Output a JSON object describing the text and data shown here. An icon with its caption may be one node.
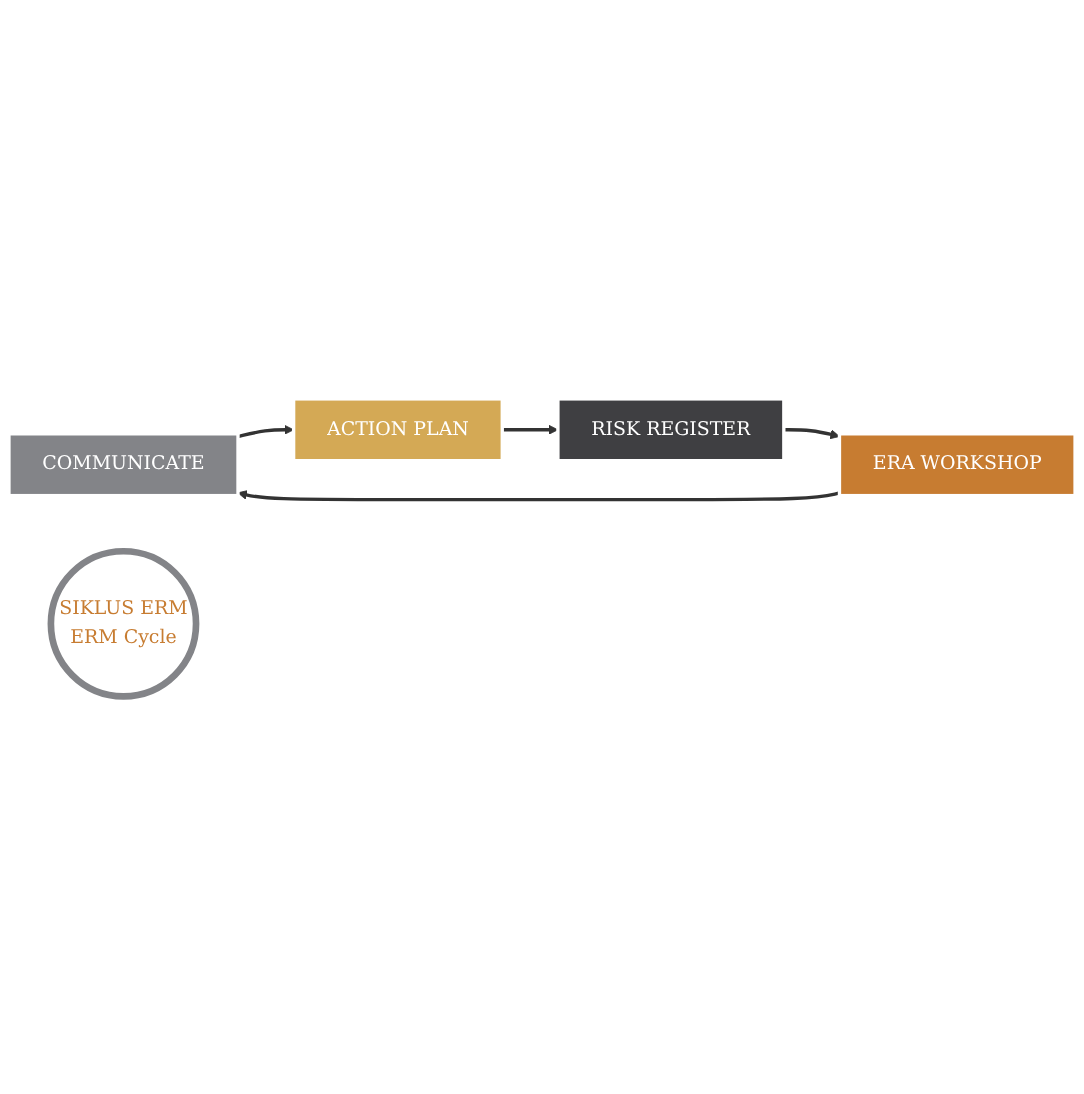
{
  "diagram": {
    "nodes": [
      {
        "text": [
          "COMMUNICATE"
        ]
      },
      {
        "text": [
          "ACTION PLAN"
        ]
      },
      {
        "text": [
          "SIKLUS ERM",
          "ERM Cycle"
        ]
      },
      {
        "text": [
          "ERA WORKSHOP"
        ]
      },
      {
        "text": [
          "RISK REGISTER"
        ]
      }
    ],
    "edges": [
      {
        "from": 0,
        "to": 1,
        "arrow": "to"
      },
      {
        "from": 1,
        "to": 4,
        "arrow": "to"
      },
      {
        "from": 4,
        "to": 3,
        "arrow": "to"
      },
      {
        "from": 3,
        "to": 0,
        "arrow": "to"
      }
    ]
  }
}
